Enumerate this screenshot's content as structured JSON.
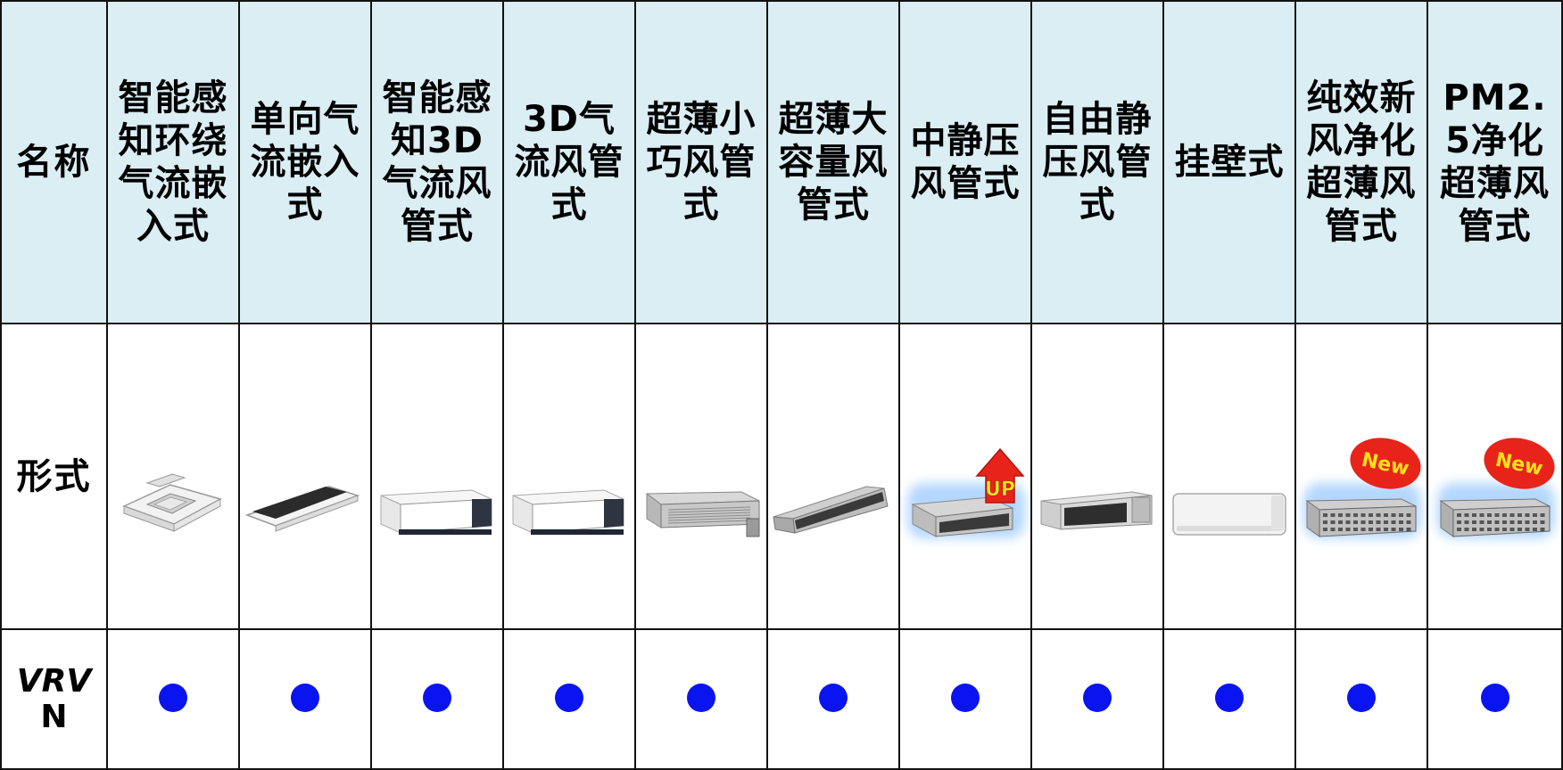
{
  "table": {
    "rows": {
      "name_label": "名称",
      "form_label": "形式",
      "vrv_label_italic": "VRV",
      "vrv_label_suffix": "N"
    },
    "columns": [
      {
        "name": "智能感知环绕气流嵌入式",
        "unit_icon": "cassette-4way-unit-icon",
        "badge": "",
        "highlight": false,
        "vrv": true
      },
      {
        "name": "单向气流嵌入式",
        "unit_icon": "cassette-1way-unit-icon",
        "badge": "",
        "highlight": false,
        "vrv": true
      },
      {
        "name": "智能感知3D气流风管式",
        "unit_icon": "duct-unit-icon",
        "badge": "",
        "highlight": false,
        "vrv": true
      },
      {
        "name": "3D气流风管式",
        "unit_icon": "duct-unit-icon",
        "badge": "",
        "highlight": false,
        "vrv": true
      },
      {
        "name": "超薄小巧风管式",
        "unit_icon": "slim-duct-unit-icon",
        "badge": "",
        "highlight": false,
        "vrv": true
      },
      {
        "name": "超薄大容量风管式",
        "unit_icon": "slim-duct-large-unit-icon",
        "badge": "",
        "highlight": false,
        "vrv": true
      },
      {
        "name": "中静压风管式",
        "unit_icon": "mid-pressure-duct-unit-icon",
        "badge": "UP",
        "highlight": true,
        "vrv": true
      },
      {
        "name": "自由静压风管式",
        "unit_icon": "free-pressure-duct-unit-icon",
        "badge": "",
        "highlight": false,
        "vrv": true
      },
      {
        "name": "挂壁式",
        "unit_icon": "wall-mounted-unit-icon",
        "badge": "",
        "highlight": false,
        "vrv": true
      },
      {
        "name": "纯效新风净化超薄风管式",
        "unit_icon": "fresh-air-duct-unit-icon",
        "badge": "New",
        "highlight": true,
        "vrv": true
      },
      {
        "name": "PM2.5净化超薄风管式",
        "unit_icon": "pm25-duct-unit-icon",
        "badge": "New",
        "highlight": true,
        "vrv": true
      }
    ]
  },
  "colors": {
    "header_bg": "#dbeef4",
    "grid_line": "#111111",
    "dot": "#0a14f0",
    "up_arrow": "#e8231a",
    "up_text": "#ffe21a",
    "new_badge": "#e8231a",
    "new_text": "#ffe21a",
    "highlight_glow": "#5aa7ff"
  }
}
